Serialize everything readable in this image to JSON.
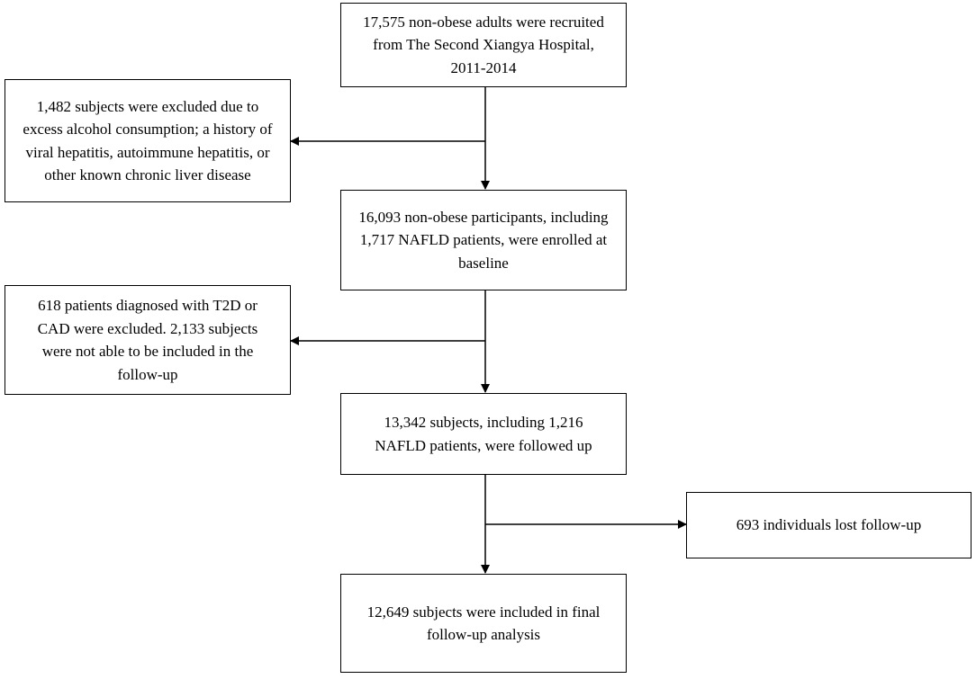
{
  "boxes": {
    "recruited": "17,575 non-obese adults were recruited\nfrom The Second Xiangya Hospital,\n2011-2014",
    "excluded_alcohol": "1,482 subjects were excluded due to\nexcess alcohol consumption; a history of\nviral hepatitis, autoimmune hepatitis, or\nother known chronic liver disease",
    "enrolled": "16,093 non-obese participants, including\n1,717 NAFLD patients, were enrolled at\nbaseline",
    "excluded_t2d_cad": "618 patients diagnosed with T2D or\nCAD were excluded. 2,133 subjects\nwere not able to be included in the\nfollow-up",
    "followed_up": "13,342 subjects, including 1,216\nNAFLD patients, were followed up",
    "lost_followup": "693 individuals lost follow-up",
    "final": "12,649 subjects were included in final\nfollow-up analysis"
  }
}
